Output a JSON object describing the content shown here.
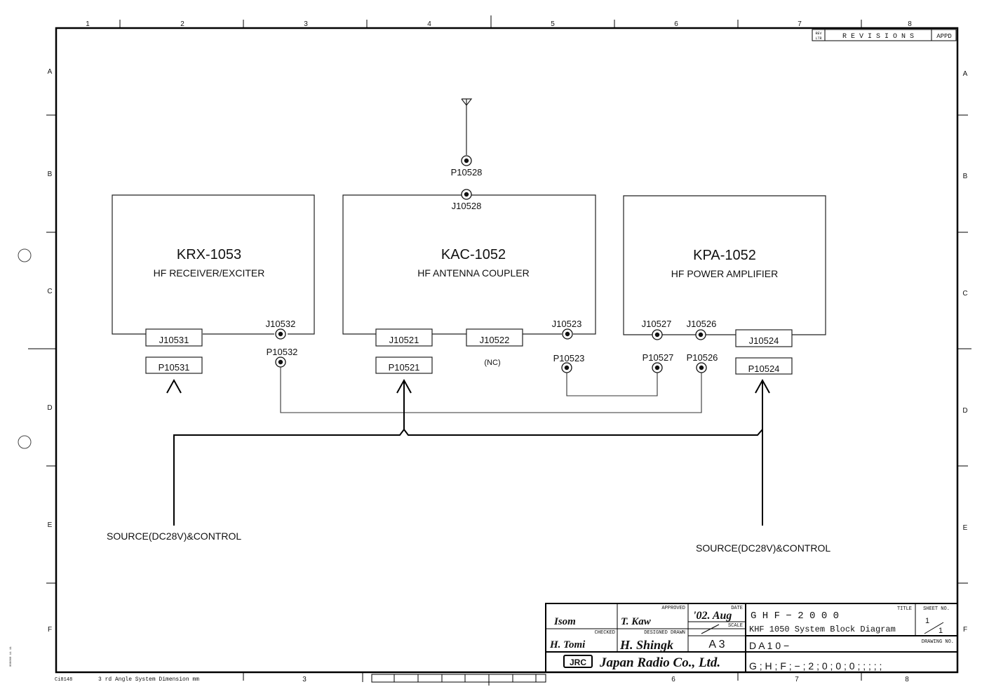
{
  "drawing": {
    "zone_columns": [
      "1",
      "2",
      "3",
      "4",
      "5",
      "6",
      "7",
      "8"
    ],
    "zone_rows": [
      "A",
      "B",
      "C",
      "D",
      "E",
      "F"
    ],
    "revisions": {
      "rev_ltr_top": "REV",
      "rev_ltr_bottom": "LTR",
      "title": "R E V I S I O N S",
      "appd": "APPD"
    }
  },
  "units": [
    {
      "model": "KRX-1053",
      "description": "HF RECEIVER/EXCITER"
    },
    {
      "model": "KAC-1052",
      "description": "HF ANTENNA COUPLER"
    },
    {
      "model": "KPA-1052",
      "description": "HF POWER AMPLIFIER"
    }
  ],
  "connectors": {
    "J10531": "J10531",
    "P10531": "P10531",
    "J10532": "J10532",
    "P10532": "P10532",
    "J10521": "J10521",
    "P10521": "P10521",
    "J10522": "J10522",
    "nc": "(NC)",
    "J10523": "J10523",
    "P10523": "P10523",
    "J10528": "J10528",
    "P10528": "P10528",
    "J10527": "J10527",
    "P10527": "P10527",
    "J10526": "J10526",
    "P10526": "P10526",
    "J10524": "J10524",
    "P10524": "P10524"
  },
  "power_labels": {
    "left": "SOURCE(DC28V)&CONTROL",
    "right": "SOURCE(DC28V)&CONTROL"
  },
  "title_block": {
    "approved_label": "APPROVED",
    "checked_label": "CHECKED",
    "designed_drawn_label": "DESIGNED DRAWN",
    "date_label": "DATE",
    "date_value": "'02. Aug",
    "scale_label": "SCALE",
    "scale_value": "/",
    "size_value": "A 3",
    "signature_approved_1": "Isom",
    "signature_approved_2": "T. Kaw",
    "signature_checked": "H. Tomi",
    "signature_drawn": "H. Shingk",
    "company_logo": "JRC",
    "company_name": "Japan Radio Co., Ltd.",
    "title_label": "TITLE",
    "model": "G H F − 2 0 0 0",
    "title": "KHF 1050 System Block Diagram",
    "sheet_label": "SHEET NO.",
    "sheet_current": "1",
    "sheet_total": "1",
    "drawing_no_label": "DRAWING NO.",
    "drawing_no_prefix": "D A 1 0 −",
    "drawing_no_code": "G ; H ; F ; − ; 2 ; 0 ; 0 ; 0 ;   ;   ;   ;   ;"
  },
  "footer": {
    "form_code": "Ci8148",
    "projection_note": "3 rd Angle System  Dimension mm",
    "side_note": "000000 11 11"
  }
}
